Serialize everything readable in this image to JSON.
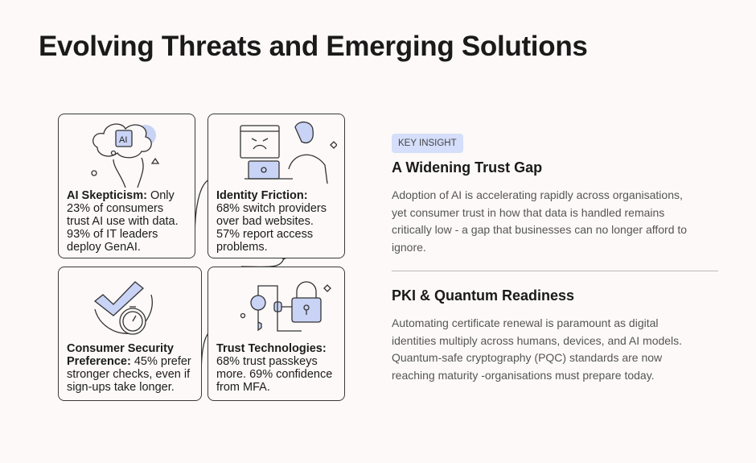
{
  "title": "Evolving Threats and Emerging Solutions",
  "cards": [
    {
      "label": "AI Skepticism:",
      "text": " Only\n23% of consumers\ntrust AI use with data.\n93% of IT leaders\ndeploy GenAI.",
      "icon_text": "AI"
    },
    {
      "label": "Identity Friction:",
      "text": "\n68% switch providers\nover bad websites.\n57% report access\nproblems."
    },
    {
      "label": "Consumer Security\nPreference:",
      "text": " 45% prefer\nstronger checks, even if\nsign-ups take longer."
    },
    {
      "label": "Trust Technologies:",
      "text": "\n68% trust passkeys\nmore. 69% confidence\nfrom MFA."
    }
  ],
  "insight": {
    "badge": "KEY INSIGHT",
    "heading": "A Widening Trust Gap",
    "body": "Adoption of AI is accelerating rapidly across organisations,\nyet consumer trust in how that data is handled remains\ncritically low - a gap that businesses can no longer afford to\nignore."
  },
  "pki": {
    "heading": "PKI & Quantum Readiness",
    "body": "Automating certificate renewal is paramount as digital\nidentities multiply across humans, devices, and AI models.\nQuantum-safe cryptography (PQC) standards are now\nreaching maturity -organisations must prepare today."
  },
  "colors": {
    "accent": "#c9d3f5",
    "badge": "#d5defa"
  }
}
